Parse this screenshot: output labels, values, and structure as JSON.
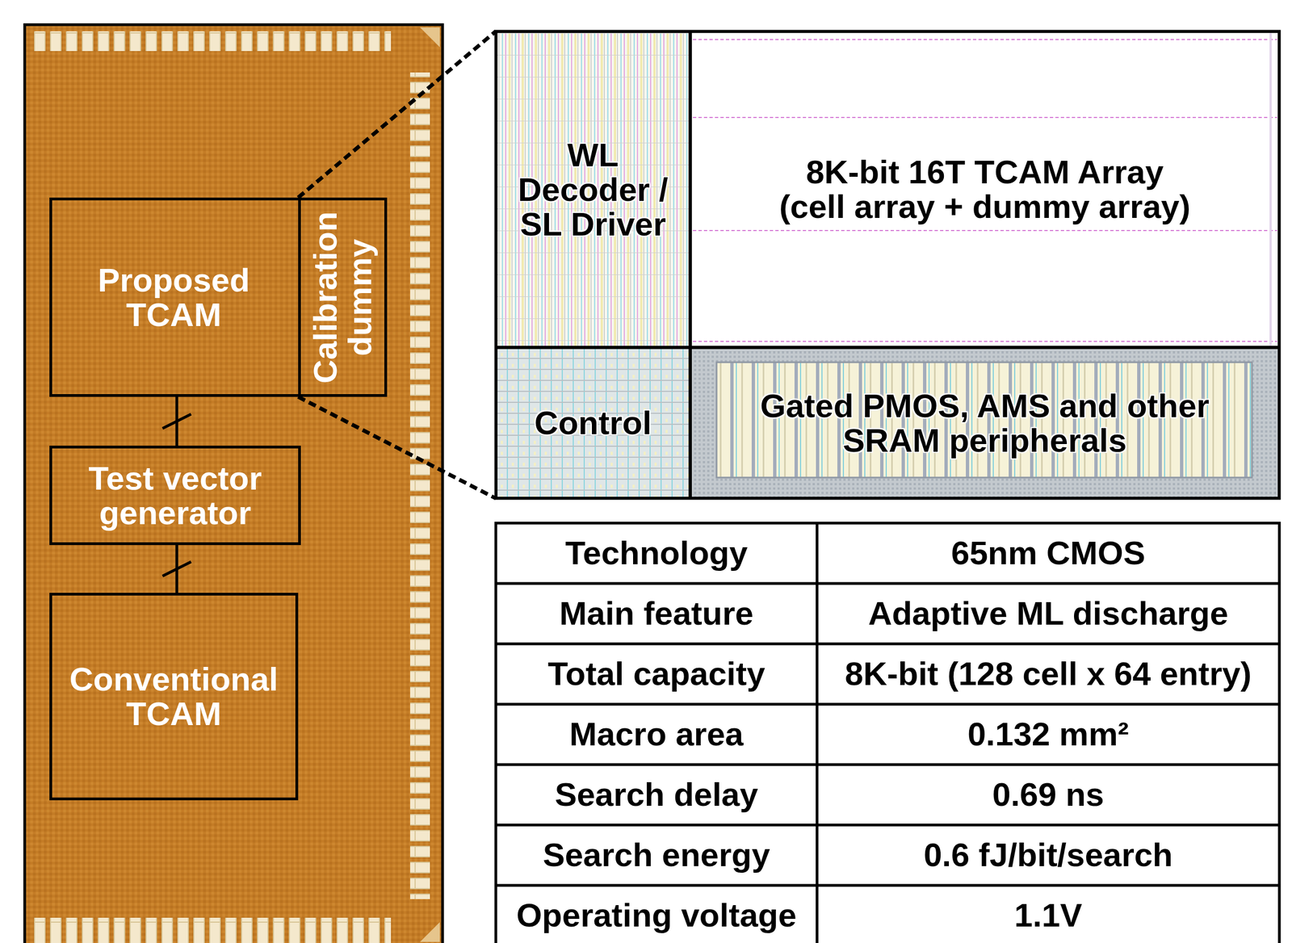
{
  "diagram": {
    "nodes": [
      {
        "text": [
          "Proposed TCAM"
        ]
      },
      {
        "text": [
          "Calibration dummy"
        ],
        "in": 0
      },
      {
        "text": [
          "Test vector generator"
        ]
      },
      {
        "text": [
          "Conventional TCAM"
        ]
      },
      {
        "text": [
          "WL Decoder / SL Driver"
        ]
      },
      {
        "text": [
          "8K-bit 16T TCAM Array (cell array + dummy array)"
        ]
      },
      {
        "text": [
          "Control"
        ]
      },
      {
        "text": [
          "Gated PMOS, AMS and other SRAM peripherals"
        ]
      }
    ],
    "edges": [
      {
        "from": 0,
        "to": 2,
        "arrow": "none"
      },
      {
        "from": 2,
        "to": 3,
        "arrow": "none"
      }
    ],
    "labels": [
      "Technology",
      "65nm CMOS",
      "Main feature",
      "Adaptive ML discharge",
      "Total capacity",
      "8K-bit (128 cell x 64 entry)",
      "Macro area",
      "0.132 mm²",
      "Search delay",
      "0.69 ns",
      "Search energy",
      "0.6 fJ/bit/search",
      "Operating voltage",
      "1.1V"
    ]
  }
}
